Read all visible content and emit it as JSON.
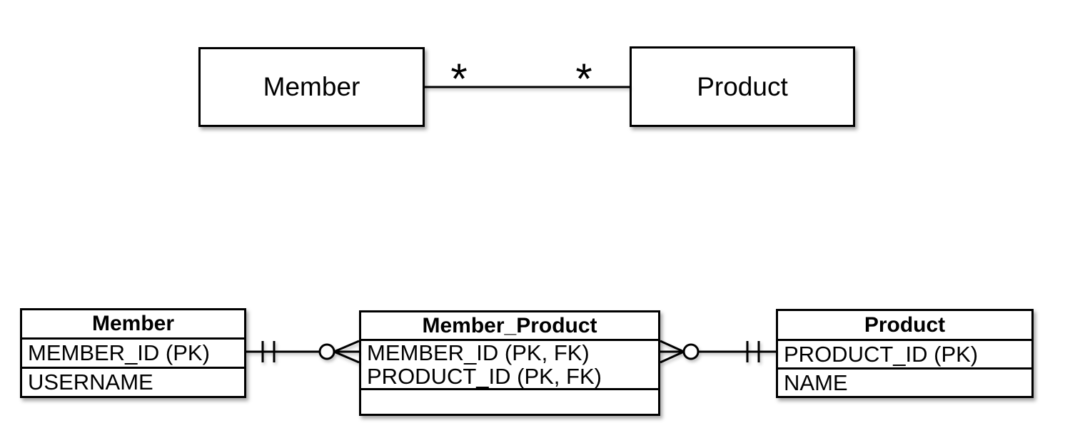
{
  "conceptual": {
    "entities": [
      {
        "label": "Member"
      },
      {
        "label": "Product"
      }
    ],
    "relationship": {
      "left_multiplicity": "*",
      "right_multiplicity": "*"
    }
  },
  "logical": {
    "tables": [
      {
        "title": "Member",
        "rows": [
          "MEMBER_ID (PK)",
          "USERNAME"
        ]
      },
      {
        "title": "Member_Product",
        "rows": [
          "MEMBER_ID (PK, FK)",
          "PRODUCT_ID (PK, FK)"
        ]
      },
      {
        "title": "Product",
        "rows": [
          "PRODUCT_ID (PK)",
          "NAME"
        ]
      }
    ],
    "crow_foot": {
      "member_to_junction": "one-and-only-one to zero-or-many",
      "junction_to_product": "zero-or-many to one-and-only-one"
    }
  },
  "colors": {
    "background": "#ffffff",
    "line": "#000000",
    "text": "#000000"
  }
}
